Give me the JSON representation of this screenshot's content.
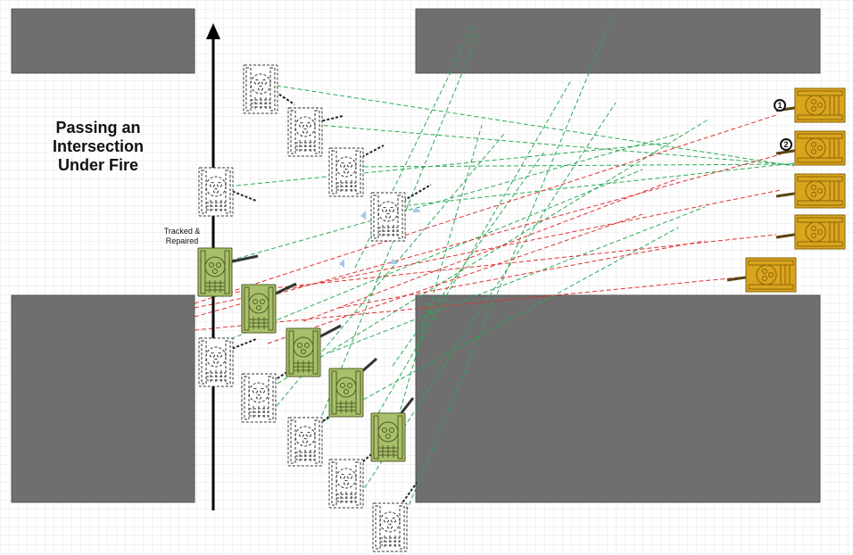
{
  "title_lines": [
    "Passing an",
    "Intersection",
    "Under Fire"
  ],
  "note_lines": [
    "Tracked &",
    "Repaired"
  ],
  "markers": [
    "1",
    "2"
  ],
  "icons": {
    "friendly_tank": "friendly-tank-icon",
    "ghost_tank": "previous-position-tank-icon",
    "enemy_tank": "enemy-tank-icon",
    "direction_arrow": "arrow-up-icon"
  },
  "colors": {
    "background": "#ffffff",
    "grid": "#e6e6e6",
    "building": "#6f6f6f",
    "friendly": "#a9bf6b",
    "enemy": "#d9a51e",
    "fire_hit": "#e03030",
    "fire_miss": "#2aaa55",
    "arrow": "#000000"
  }
}
